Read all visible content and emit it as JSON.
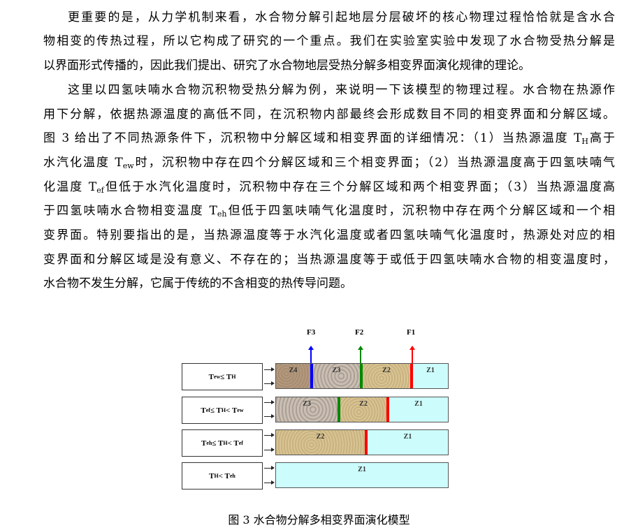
{
  "paragraphs": {
    "l1": "更重要的是，从力学机制来看，水合物分解引起地层分层破坏的核心物理过程恰恰就是含水合",
    "l2": "物相变的传热过程，所以它构成了研究的一个重点。我们在实验室实验中发现了水合物受热分解是",
    "l3": "以界面形式传播的，因此我们提出、研究了水合物地层受热分解多相变界面演化规律的理论。",
    "l4": "这里以四氢呋喃水合物沉积物受热分解为例，来说明一下该模型的物理过程。水合物在热源作",
    "l5": "用下分解，依据热源温度的高低不同，在沉积物内部最终会形成数目不同的相变界面和分解区域。",
    "l6a": "图 3 给出了不同热源条件下，沉积物中分解区域和相变界面的详细情况：（1）当热源温度 T",
    "l6s": "H",
    "l6b": "高于",
    "l7a": "水汽化温度 T",
    "l7s": "ew",
    "l7b": "时，沉积物中存在四个分解区域和三个相变界面；（2）当热源温度高于四氢呋喃气",
    "l8a": "化温度 T",
    "l8s": "ef",
    "l8b": "但低于水汽化温度时，沉积物中存在三个分解区域和两个相变界面；（3）当热源温度高",
    "l9a": "于四氢呋喃水合物相变温度 T",
    "l9s": "eh",
    "l9b": "但低于四氢呋喃气化温度时，沉积物中存在两个分解区域和一个相",
    "l10": "变界面。特别要指出的是，当热源温度等于水汽化温度或者四氢呋喃气化温度时，热源处对应的相",
    "l11": "变界面和分解区域是没有意义、不存在的；当热源温度等于或低于四氢呋喃水合物的相变温度时，",
    "l12": "水合物不发生分解，它属于传统的不含相变的热传导问题。"
  },
  "figure": {
    "fronts": [
      "F3",
      "F2",
      "F1"
    ],
    "conditions": [
      {
        "a": "T",
        "as": "ew",
        "op": " ≤ T",
        "bs": "H",
        "op2": "",
        "c": "",
        "cs": ""
      },
      {
        "a": "T",
        "as": "ef",
        "op": " ≤  T",
        "bs": "H",
        "op2": " < T",
        "cs": "ew"
      },
      {
        "a": "T",
        "as": "eh",
        "op": " ≤ T",
        "bs": "H",
        "op2": " < T",
        "cs": "ef"
      },
      {
        "a": "T",
        "as": "H",
        "op": " < T",
        "bs": "eh",
        "op2": "",
        "cs": ""
      }
    ],
    "zones": {
      "z1": "Z1",
      "z2": "Z2",
      "z3": "Z3",
      "z4": "Z4"
    },
    "colors": {
      "F1": "#ff0000",
      "F2": "#008000",
      "F3": "#0000ff"
    },
    "caption": "图 3  水合物分解多相变界面演化模型"
  }
}
